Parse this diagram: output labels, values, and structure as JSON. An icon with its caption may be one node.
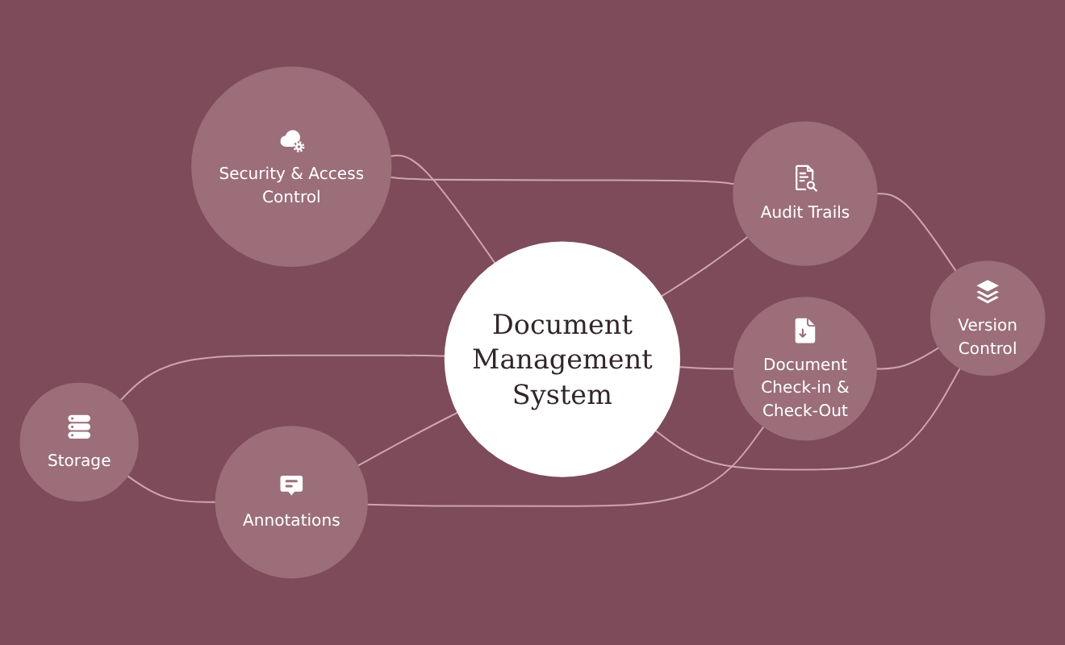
{
  "diagram": {
    "nodes": [
      {
        "text": [
          "Storage"
        ]
      },
      {
        "text": [
          "Document Management System"
        ]
      },
      {
        "text": [
          "Security & Access Control"
        ]
      },
      {
        "text": [
          "Annotations"
        ]
      },
      {
        "text": [
          "Audit Trails"
        ]
      },
      {
        "text": [
          "Document Check-in & Check-Out"
        ]
      },
      {
        "text": [
          "Version Control"
        ]
      }
    ],
    "edges": [
      {
        "from": 0,
        "to": 1,
        "arrow": "none"
      },
      {
        "from": 2,
        "to": 1,
        "arrow": "none"
      },
      {
        "from": 3,
        "to": 1,
        "arrow": "none"
      },
      {
        "from": 1,
        "to": 4,
        "arrow": "none"
      },
      {
        "from": 1,
        "to": 5,
        "arrow": "none"
      },
      {
        "from": 1,
        "to": 6,
        "arrow": "none"
      },
      {
        "from": 0,
        "to": 3,
        "arrow": "none"
      },
      {
        "from": 3,
        "to": 5,
        "arrow": "none"
      },
      {
        "from": 5,
        "to": 6,
        "arrow": "none"
      },
      {
        "from": 4,
        "to": 6,
        "arrow": "none"
      },
      {
        "from": 2,
        "to": 4,
        "arrow": "none"
      }
    ]
  }
}
